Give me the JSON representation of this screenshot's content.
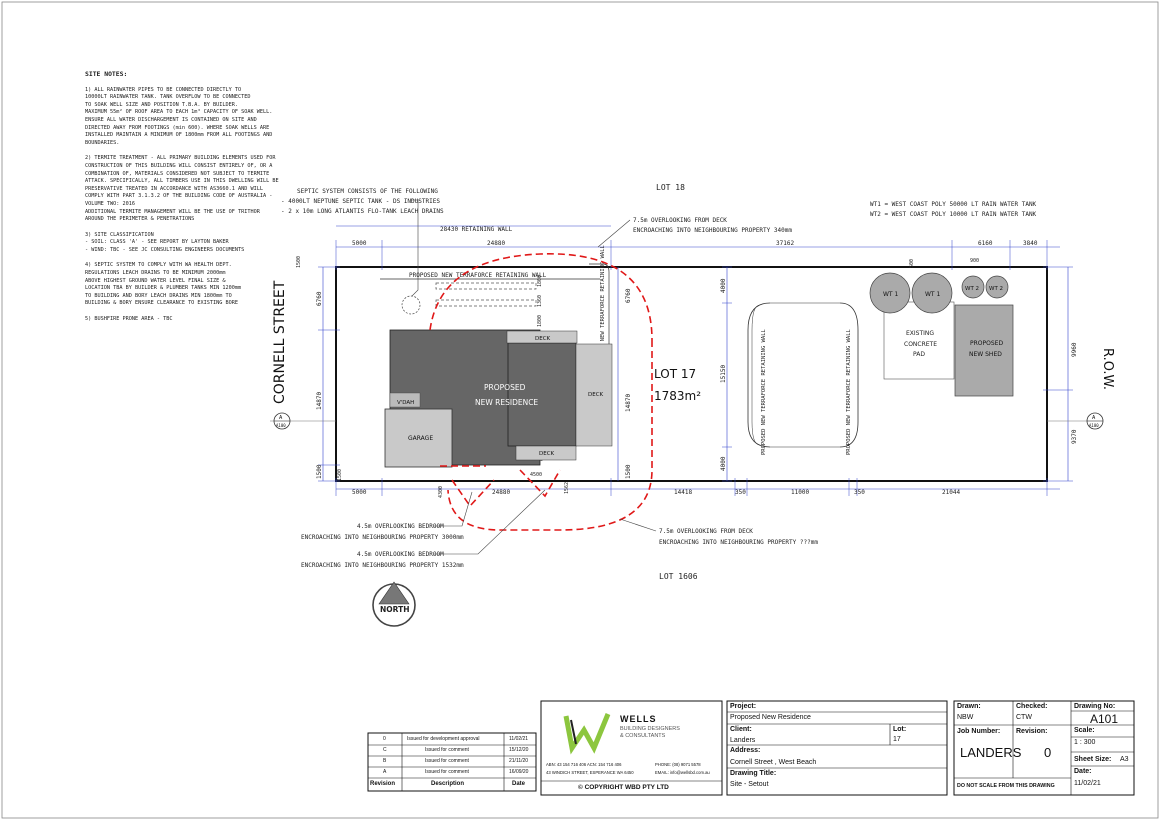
{
  "site_notes": {
    "heading": "SITE NOTES:",
    "note1": "1) ALL RAINWATER PIPES TO BE CONNECTED DIRECTLY TO\n10000LT RAINWATER TANK. TANK OVERFLOW TO BE CONNECTED\nTO SOAK WELL SIZE AND POSITION T.B.A. BY BUILDER.\nMAXIMUM 55m² OF ROOF AREA TO EACH 1m³ CAPACITY OF SOAK WELL.\nENSURE ALL WATER DISCHARGEMENT IS CONTAINED ON SITE AND\nDIRECTED AWAY FROM FOOTINGS (min 600). WHERE SOAK WELLS ARE\nINSTALLED MAINTAIN A MINIMUM OF 1800mm FROM ALL FOOTINGS AND BOUNDARIES.",
    "note2": "2) TERMITE TREATMENT - ALL PRIMARY BUILDING ELEMENTS USED FOR\nCONSTRUCTION OF THIS BUILDING WILL CONSIST ENTIRELY OF, OR A\nCOMBINATION OF, MATERIALS CONSIDERED NOT SUBJECT TO TERMITE\nATTACK. SPECIFICALLY, ALL TIMBERS USE IN THIS DWELLING WILL BE\nPRESERVATIVE TREATED IN ACCORDANCE WITH AS3660.1 AND WILL\nCOMPLY WITH PART 3.1.3.2 OF THE BUILDING CODE OF AUSTRALIA -\nVOLUME TWO: 2016\nADDITIONAL TERMITE MANAGEMENT WILL BE THE USE OF TRITHOR\nAROUND THE PERIMETER & PENETRATIONS",
    "note3": "3) SITE CLASSIFICATION\n - SOIL: CLASS 'A' - SEE REPORT BY LAYTON BAKER\n - WIND: TBC - SEE JC CONSULTING ENGINEERS DOCUMENTS",
    "note4": "4) SEPTIC SYSTEM TO COMPLY WITH WA HEALTH DEPT.\nREGULATIONS LEACH DRAINS TO BE MINIMUM 2000mm\nABOVE HIGHEST GROUND WATER LEVEL FINAL SIZE &\nLOCATION TBA BY BUILDER & PLUMBER TANKS MIN 1200mm\nTO BUILDING AND BORY LEACH DRAINS MIN 1800mm TO\nBUILDING & BORY ENSURE CLEARANCE TO EXISTING BORE",
    "note5": "5) BUSHFIRE PRONE AREA - TBC"
  },
  "plan": {
    "lot18": "LOT 18",
    "lot1606": "LOT 1606",
    "lot17": "LOT 17",
    "lot_area": "1783m²",
    "street": "CORNELL STREET",
    "row": "R.O.W.",
    "north": "NORTH",
    "section_a": "A",
    "section_ref": "A100",
    "septic_note_1": "SEPTIC SYSTEM CONSISTS OF THE FOLLOWING",
    "septic_note_2": "- 4000LT NEPTUNE SEPTIC TANK - DS INDUSTRIES",
    "septic_note_3": "- 2 x 10m LONG ATLANTIS FLO-TANK LEACH DRAINS",
    "retaining_wall": "28430 RETAINING WALL",
    "overlook_deck_top_1": "7.5m OVERLOOKING FROM DECK",
    "overlook_deck_top_2": "ENCROACHING INTO NEIGHBOURING PROPERTY 340mm",
    "tank_note_1": "WT1 = WEST COAST POLY 50000 LT RAIN WATER TANK",
    "tank_note_2": "WT2 = WEST COAST POLY 10000 LT RAIN WATER TANK",
    "terraforce_top": "PROPOSED NEW TERRAFORCE RETAINING WALL",
    "terraforce_vertical": "PROPOSED NEW TERRAFORCE RETAINING WALL",
    "proposed_residence_1": "PROPOSED",
    "proposed_residence_2": "NEW RESIDENCE",
    "garage": "GARAGE",
    "vdah": "V'DAH",
    "deck": "DECK",
    "existing_pad_1": "EXISTING",
    "existing_pad_2": "CONCRETE",
    "existing_pad_3": "PAD",
    "new_shed_1": "PROPOSED",
    "new_shed_2": "NEW SHED",
    "wt1": "WT 1",
    "wt2": "WT 2",
    "bedroom_1a": "4.5m OVERLOOKING BEDROOM",
    "bedroom_1b": "ENCROACHING INTO NEIGHBOURING PROPERTY 3000mm",
    "bedroom_2a": "4.5m OVERLOOKING BEDROOM",
    "bedroom_2b": "ENCROACHING INTO NEIGHBOURING PROPERTY 1532mm",
    "overlook_deck_bot_1": "7.5m OVERLOOKING FROM DECK",
    "overlook_deck_bot_2": "ENCROACHING INTO NEIGHBOURING PROPERTY ???mm",
    "dims_top": [
      "5000",
      "24880",
      "37162",
      "6160",
      "3840"
    ],
    "dims_bottom": [
      "5000",
      "24880",
      "14418",
      "350",
      "11000",
      "350",
      "21044"
    ],
    "dims_left": [
      "6760",
      "14870",
      "1500"
    ],
    "dims_mid": [
      "6760",
      "14870",
      "1500"
    ],
    "dims_right": [
      "9960",
      "9370"
    ],
    "dims_shed": [
      "4000",
      "15150",
      "4000"
    ],
    "dims_small": [
      "1800",
      "1360",
      "1800",
      "4300",
      "4500",
      "4300",
      "1562",
      "500",
      "900",
      "1500",
      "1500"
    ]
  },
  "revisions": {
    "headers": [
      "Revision",
      "Description",
      "Date"
    ],
    "rows": [
      [
        "0",
        "Issued for development approval",
        "11/02/21"
      ],
      [
        "C",
        "Issued for comment",
        "15/12/20"
      ],
      [
        "B",
        "Issued for comment",
        "21/11/20"
      ],
      [
        "A",
        "Issued for comment",
        "16/09/20"
      ]
    ]
  },
  "company": {
    "name": "WELLS",
    "sub1": "BUILDING DESIGNERS",
    "sub2": "& CONSULTANTS",
    "abn": "ABN: 43 154 716 406 ACN: 154 716 406",
    "address": "43 WINDICH STREET, ESPERANCE WA 6450",
    "phone": "PHONE: (08) 9071 5578",
    "email": "EMAIL: info@wellsbd.com.au",
    "copyright": "© COPYRIGHT WBD PTY LTD"
  },
  "title_block": {
    "project_label": "Project:",
    "project": "Proposed New Residence",
    "client_label": "Client:",
    "client": "Landers",
    "lot_label": "Lot:",
    "lot": "17",
    "address_label": "Address:",
    "address": "Cornell Street , West Beach",
    "drawing_title_label": "Drawing Title:",
    "drawing_title": "Site - Setout",
    "drawn_label": "Drawn:",
    "drawn": "NBW",
    "checked_label": "Checked:",
    "checked": "CTW",
    "drawing_no_label": "Drawing No:",
    "drawing_no": "A101",
    "job_number_label": "Job Number:",
    "job_number": "LANDERS",
    "revision_label": "Revision:",
    "revision": "0",
    "scale_label": "Scale:",
    "scale": "1 : 300",
    "sheet_size_label": "Sheet Size:",
    "sheet_size": "A3",
    "date_label": "Date:",
    "date": "11/02/21",
    "dnsc": "DO NOT SCALE FROM THIS DRAWING"
  }
}
